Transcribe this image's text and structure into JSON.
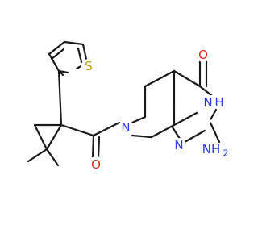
{
  "molecule": {
    "atoms": [
      {
        "id": "S1",
        "label": "S",
        "color": "#b5a000"
      },
      {
        "id": "O1",
        "label": "O",
        "color": "#e0261a"
      },
      {
        "id": "O2",
        "label": "O",
        "color": "#e0261a"
      },
      {
        "id": "N7",
        "label": "N",
        "color": "#2a3ad6"
      },
      {
        "id": "N3",
        "label": "N",
        "color": "#2a3ad6"
      },
      {
        "id": "H3",
        "label": "H",
        "color": "#2a3ad6"
      },
      {
        "id": "N1",
        "label": "N",
        "color": "#2a3ad6"
      },
      {
        "id": "NH2",
        "label": "NH",
        "color": "#2a3ad6"
      },
      {
        "id": "NH2sub",
        "label": "2",
        "color": "#2a3ad6"
      }
    ],
    "bond_color": "#1a1a1a"
  }
}
